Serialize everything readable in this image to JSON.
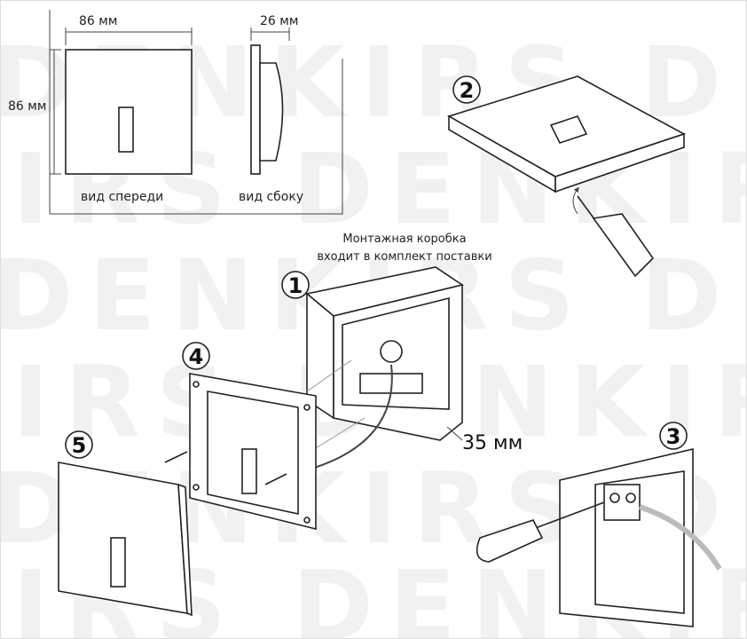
{
  "watermark": "DENKIRS",
  "dimensions": {
    "front_width": "86 мм",
    "side_depth": "26 мм",
    "front_height": "86 мм",
    "front_view_label": "вид спереди",
    "side_view_label": "вид сбоку"
  },
  "box_note": {
    "line1": "Монтажная коробка",
    "line2": "входит в комплект поставки"
  },
  "box_depth": "35 мм",
  "steps": [
    "1",
    "2",
    "3",
    "4",
    "5"
  ]
}
